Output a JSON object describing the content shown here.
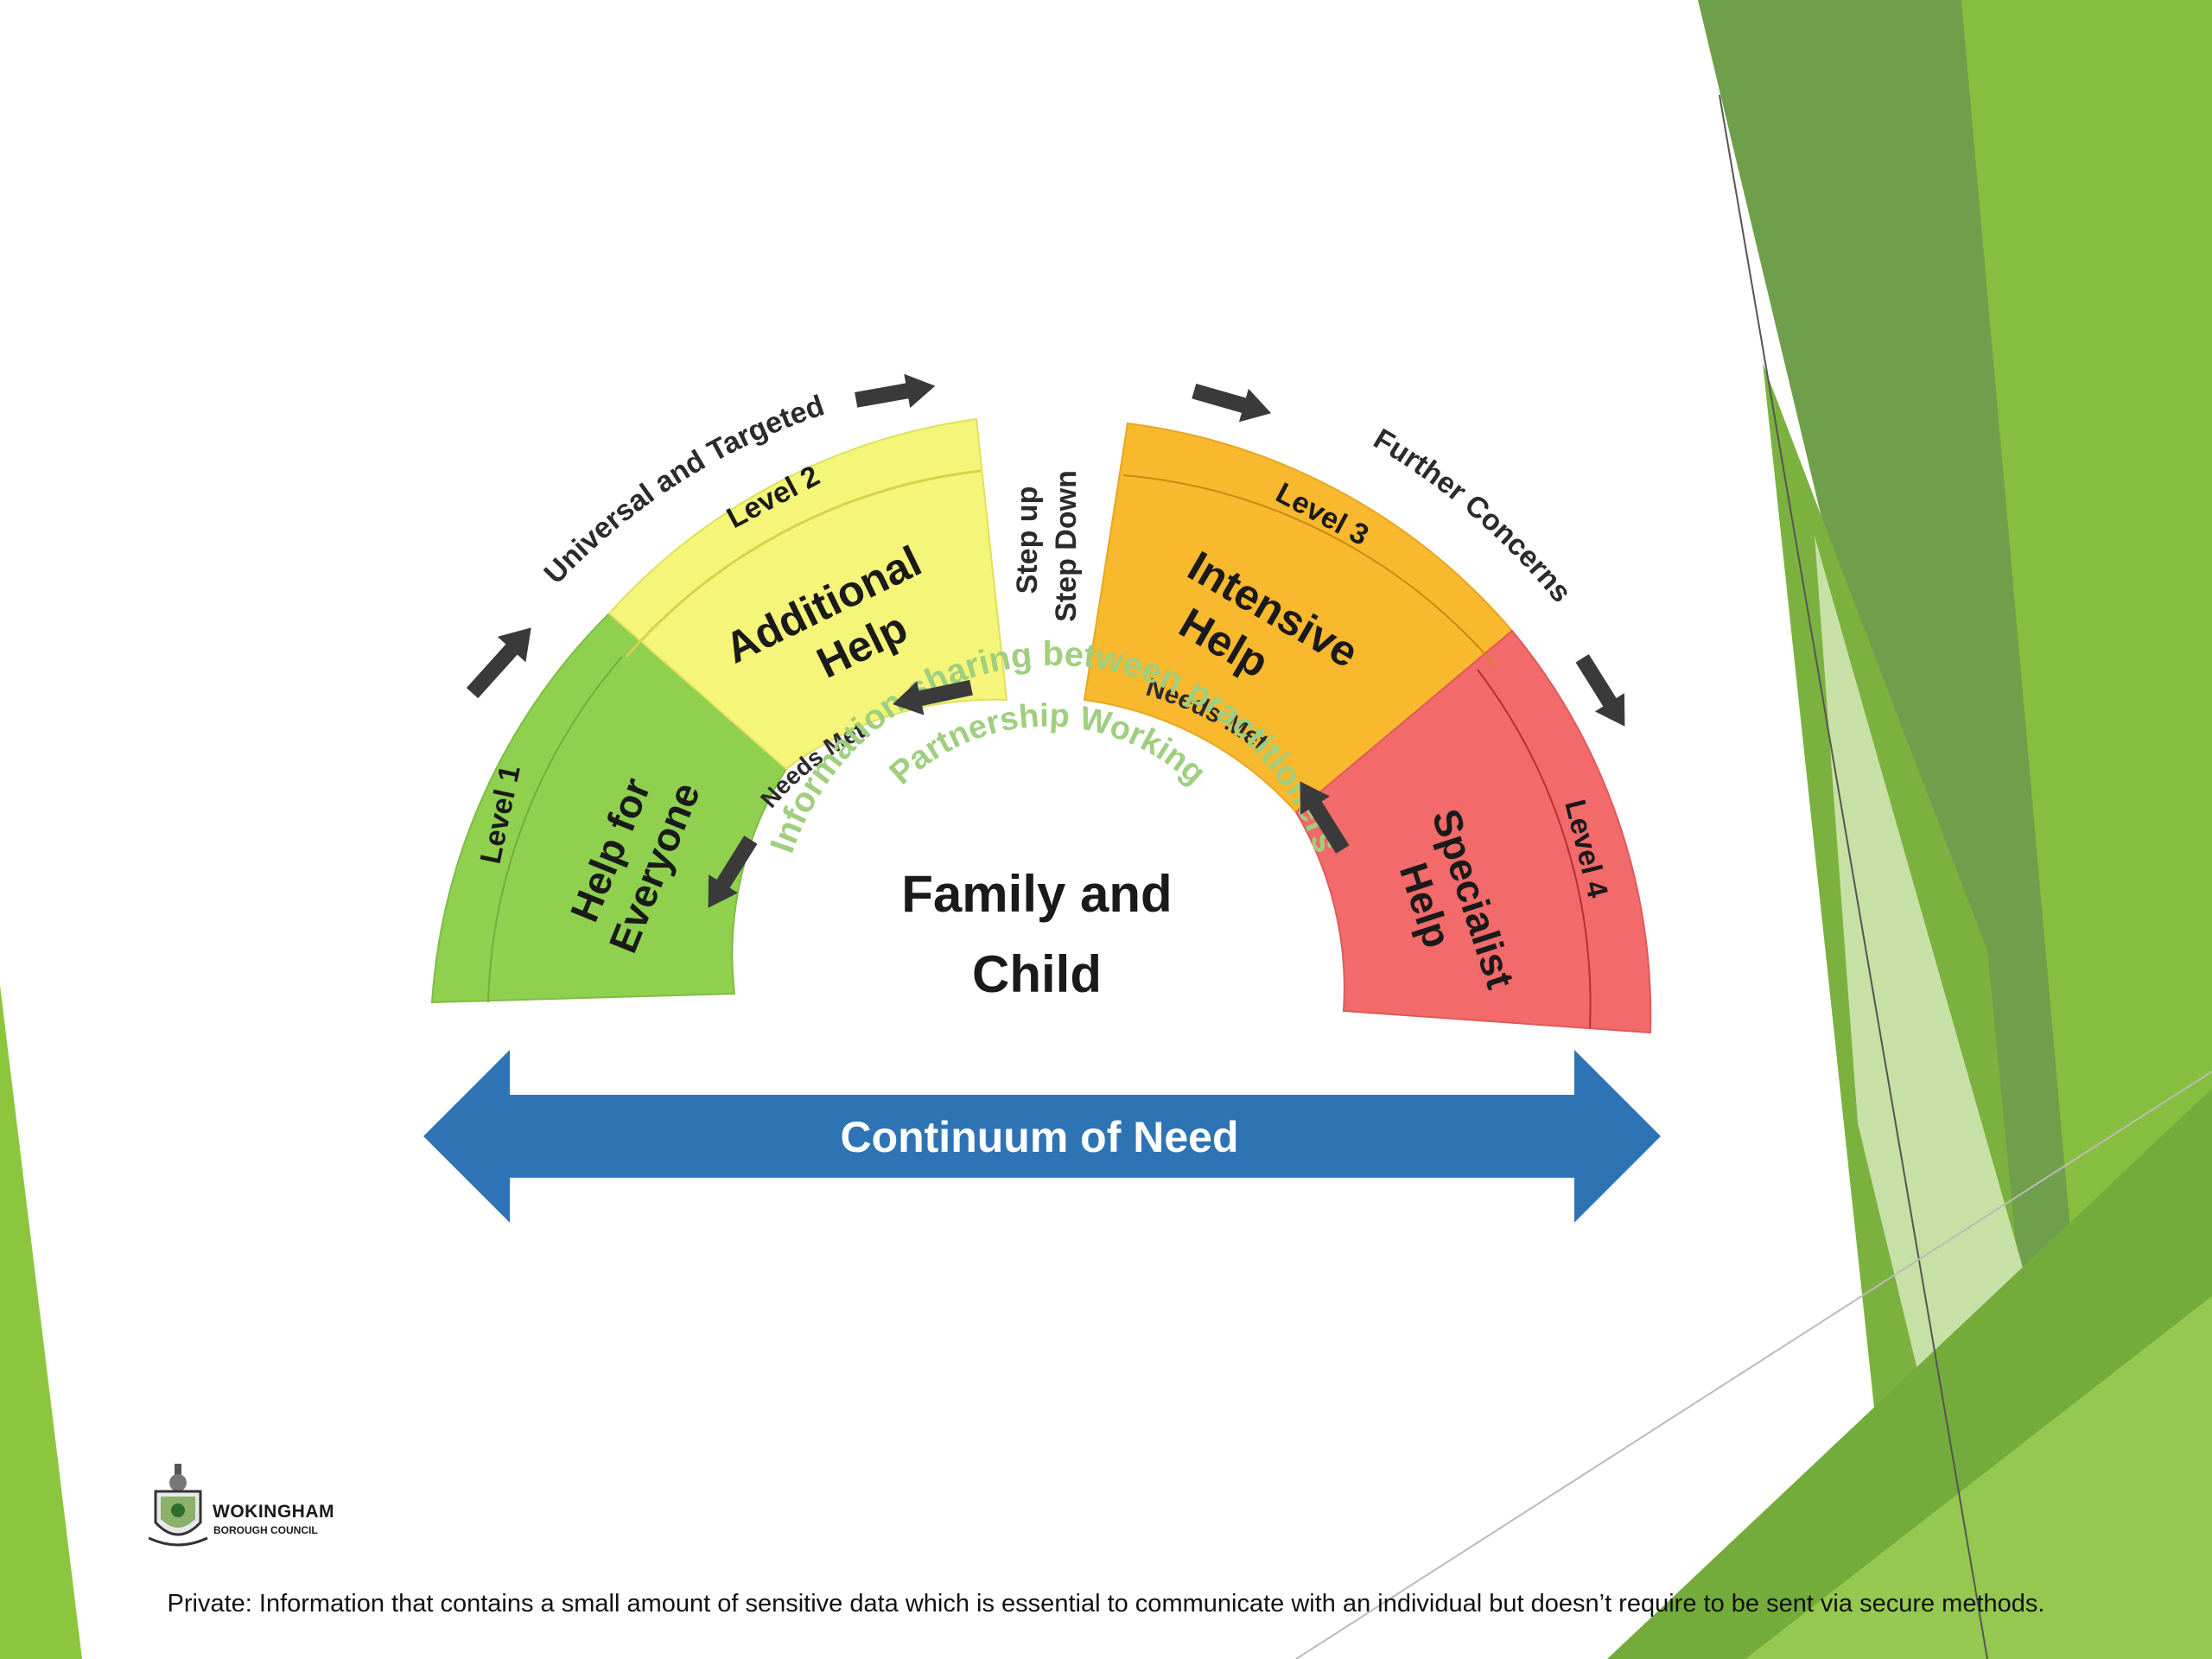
{
  "colors": {
    "level1": "#8fd14f",
    "level2": "#f5f57a",
    "level3": "#f9b92e",
    "level4": "#f26a6a",
    "inner_text": "#9fcf7f",
    "continuum_arrow": "#2e74b5",
    "arrow_gray": "#3a3a3a",
    "deco_green_dark": "#5d8f3a",
    "deco_green": "#8cc63f",
    "deco_green_light": "#c9e3a8"
  },
  "diagram": {
    "segments": [
      {
        "level": "Level 1",
        "line1": "Help for",
        "line2": "Everyone"
      },
      {
        "level": "Level 2",
        "line1": "Additional",
        "line2": "Help"
      },
      {
        "level": "Level 3",
        "line1": "Intensive",
        "line2": "Help"
      },
      {
        "level": "Level 4",
        "line1": "Specialist",
        "line2": "Help"
      }
    ],
    "outer_labels": {
      "left": "Universal and Targeted",
      "right": "Further Concerns"
    },
    "step_labels": [
      "Step up",
      "Step Down"
    ],
    "needs_met": "Needs Met",
    "inner_ring": {
      "line1": "Information sharing between practitioners",
      "line2": "Partnership Working"
    },
    "center": {
      "line1": "Family and",
      "line2": "Child"
    },
    "continuum": "Continuum of Need"
  },
  "logo": {
    "name": "WOKINGHAM",
    "sub": "BOROUGH COUNCIL",
    "icon": "crest-icon"
  },
  "footer": "Private: Information that contains a small amount of sensitive data which is essential to communicate with an individual but doesn’t require to be sent via secure methods."
}
